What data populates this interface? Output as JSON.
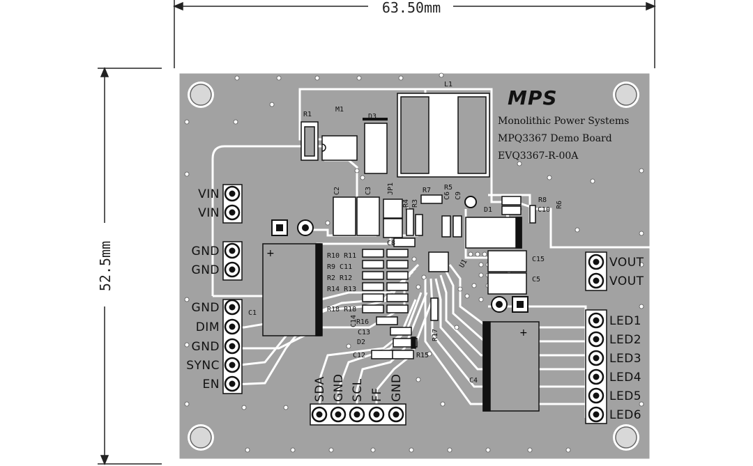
{
  "dimensions": {
    "width": "63.50mm",
    "height": "52.5mm"
  },
  "branding": {
    "logo": "MPS",
    "company": "Monolithic Power Systems",
    "board": "MPQ3367 Demo Board",
    "part": "EVQ3367-R-00A"
  },
  "left_connectors": [
    "VIN",
    "VIN",
    "GND",
    "GND",
    "GND",
    "DIM",
    "GND",
    "SYNC",
    "EN"
  ],
  "bottom_connectors": [
    "SDA",
    "GND",
    "SCL",
    "FF",
    "GND"
  ],
  "right_connectors": [
    "VOUT",
    "VOUT",
    "LED1",
    "LED2",
    "LED3",
    "LED4",
    "LED5",
    "LED6"
  ],
  "components": [
    "R1",
    "M1",
    "D3",
    "L1",
    "D1",
    "C2",
    "C3",
    "JP1",
    "R7",
    "R5",
    "C6",
    "C9",
    "R4",
    "R3",
    "R8",
    "R6",
    "C10",
    "C8",
    "R10",
    "R11",
    "R9",
    "C11",
    "R2",
    "R12",
    "R14",
    "R13",
    "R18",
    "R16",
    "C14",
    "C13",
    "D2",
    "C12",
    "R15",
    "R17",
    "U1",
    "C15",
    "C5",
    "C1",
    "C4"
  ],
  "colors": {
    "board": "#a0a0a0",
    "copper_trace": "#ffffff",
    "silk": "#111111",
    "pad": "#ffffff"
  }
}
